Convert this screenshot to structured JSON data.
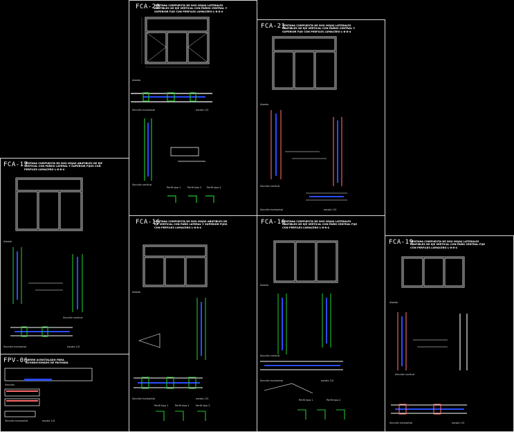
{
  "colors": {
    "background": "#000000",
    "line": "#ffffff",
    "profile_green": "#22c22c",
    "glass_blue": "#2a4cff",
    "frame_red": "#ff6b6b",
    "dim": "#8a8a8a"
  },
  "sheets": [
    {
      "id": "fca-20",
      "code": "FCA-20",
      "description": "VENTANA COMPUESTA DE DOS HOJAS LATERALES ABATIBLES DE EJE VERTICAL CON PAÑOS CENTRAL Y SUPERIOR FIJO CON PERFILES LUMACERO L-8-8-4",
      "labels": [
        "Alzado",
        "Sección horizontal",
        "escala 1/5",
        "Sección vertical",
        "Perfil tipo 1",
        "Perfil tipo 2",
        "Perfil tipo 3"
      ]
    },
    {
      "id": "fca-21",
      "code": "FCA-21",
      "description": "VENTANA COMPUESTA DE DOS HOJAS LATERALES ABATIBLES DE EJE VERTICAL CON PAÑOS CENTRAL Y SUPERIOR FIJO CON PERFILES LUMACERO L-8-8-4",
      "labels": [
        "Alzado",
        "Sección vertical",
        "Sección horizontal",
        "escala 1/5"
      ]
    },
    {
      "id": "fca-17",
      "code": "FCA-17",
      "description": "VENTANA COMPUESTA DE DOS HOJAS ABATIBLES DE EJE VERTICAL CON PAÑOS LATERAL Y SUPERIOR FIJOS CON PERFILES LUMACERO L-8-8-4",
      "labels": [
        "Alzado",
        "Sección vertical",
        "Sección horizontal",
        "escala 1/5"
      ]
    },
    {
      "id": "fca-16a",
      "code": "FCA-16",
      "description": "VENTANA COMPUESTA DE DOS HOJAS ABATIBLES DE EJE VERTICAL CON PAÑO LATERAL Y SUPERIOR FIJOS CON PERFILES LUMACERO L-8-8-4",
      "labels": [
        "Alzado",
        "Sección horizontal",
        "escala 1/5",
        "Perfil tipo 1",
        "Perfil tipo 2",
        "Perfil tipo 3"
      ]
    },
    {
      "id": "fca-16b",
      "code": "FCA-16",
      "description": "VENTANA COMPUESTA DE DOS HOJAS LATERALES ABATIBLES DE EJE VERTICAL CON PAÑO CENTRAL FIJO CON PERFILES LUMACERO L-8-8-4",
      "labels": [
        "Alzado",
        "Sección vertical",
        "Sección horizontal",
        "escala 1/5",
        "Perfil tipo 1",
        "Perfil tipo 2"
      ]
    },
    {
      "id": "fca-19",
      "code": "FCA-19",
      "description": "VENTANA COMPUESTA DE DOS HOJAS LATERALES ABATIBLES DE EJE VERTICAL CON PAÑO CENTRAL FIJO CON PERFILES LUMACERO L-8-8-4",
      "labels": [
        "Alzado",
        "Sección vertical",
        "Sección horizontal",
        "escala 1/5"
      ]
    },
    {
      "id": "fpv-06",
      "code": "FPV-06",
      "description": "CIERRE ACRISTALADO PARA ACONDICIONADO DE FACHADA",
      "labels": [
        "Sección",
        "Sección horizontal",
        "escala 1/5"
      ]
    }
  ]
}
